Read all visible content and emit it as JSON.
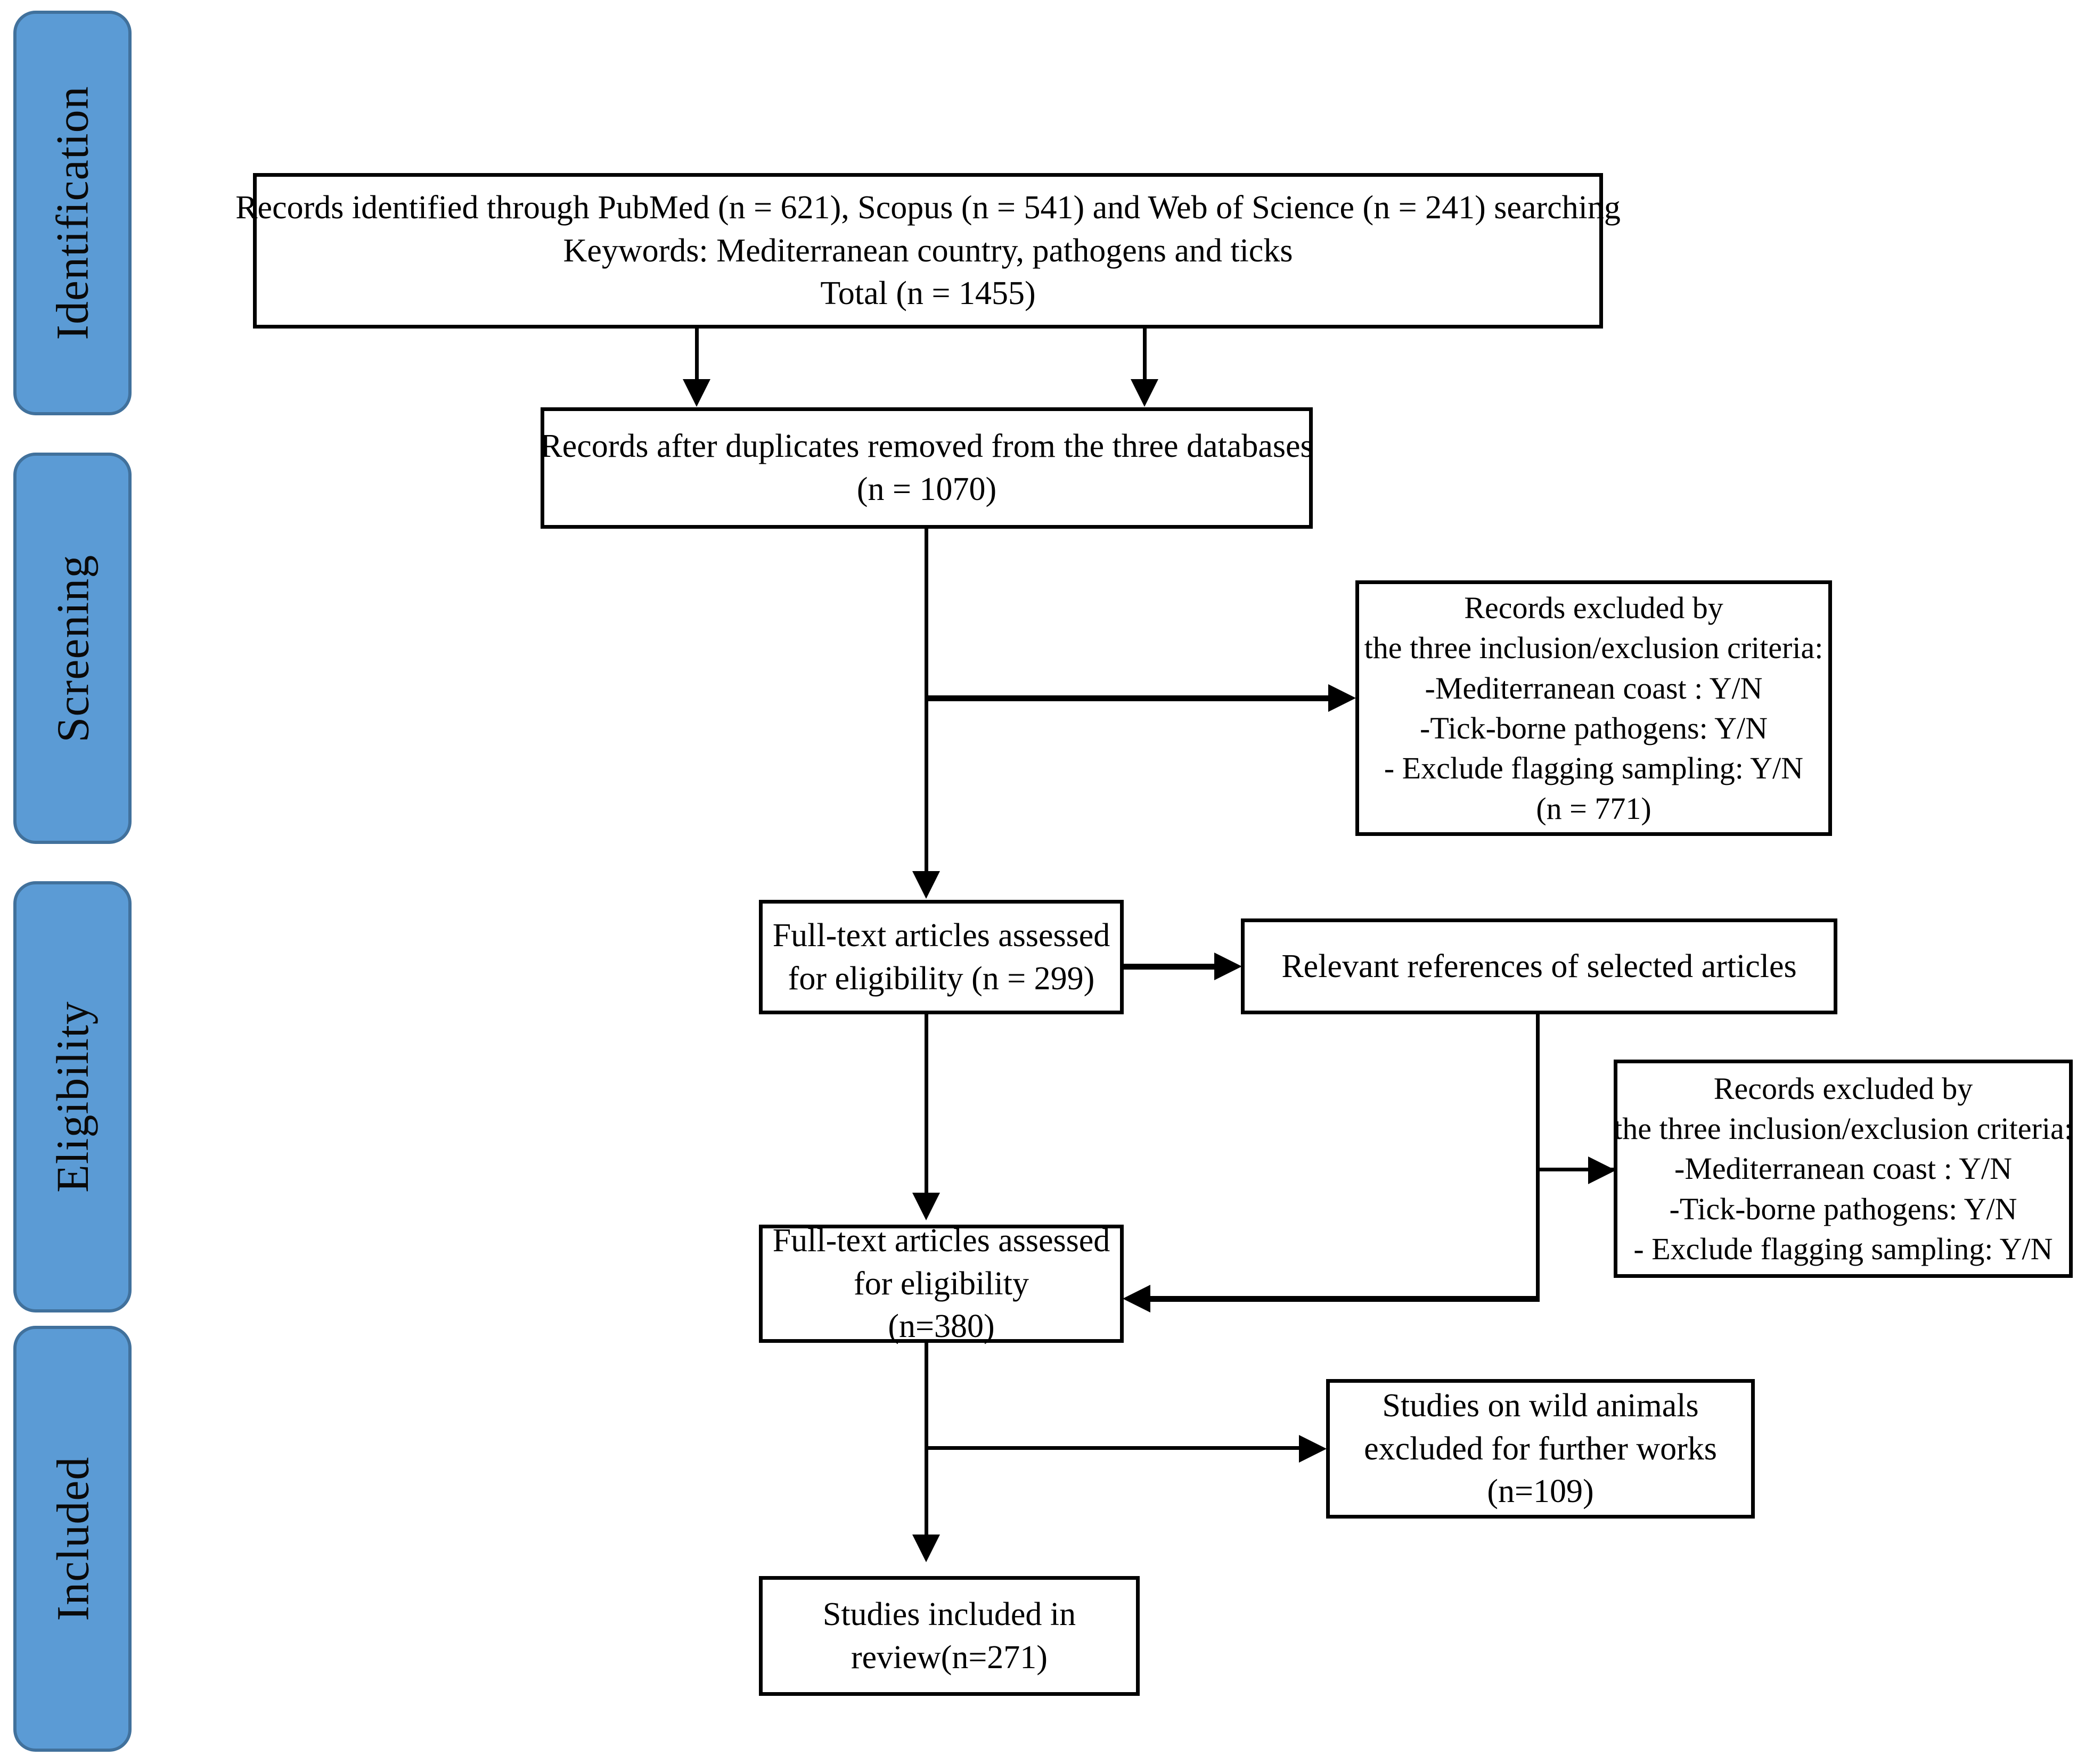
{
  "diagram": {
    "type": "prisma-flow-diagram",
    "accent_color": "#5B9BD5",
    "accent_border_color": "#41719C",
    "box_border_color": "#000000",
    "background_color": "#FFFFFF"
  },
  "stages": [
    {
      "label": "Identification"
    },
    {
      "label": "Screening"
    },
    {
      "label": "Eligibility"
    },
    {
      "label": "Included"
    }
  ],
  "boxes": {
    "identified": {
      "lines": [
        "Records identified through PubMed (n = 621), Scopus (n = 541) and Web of Science (n = 241) searching",
        "Keywords: Mediterranean country, pathogens and ticks",
        "Total (n = 1455)"
      ]
    },
    "deduplicated": {
      "lines": [
        "Records after duplicates removed from the three databases",
        "(n = 1070)"
      ]
    },
    "excluded_screening": {
      "lines": [
        "Records excluded by",
        "the three inclusion/exclusion criteria:",
        "-Mediterranean coast : Y/N",
        "-Tick-borne pathogens: Y/N",
        "- Exclude flagging sampling: Y/N",
        "(n = 771)"
      ]
    },
    "fulltext_299": {
      "lines": [
        "Full-text articles assessed",
        "for eligibility (n = 299)"
      ]
    },
    "relevant_references": {
      "lines": [
        "Relevant references of selected articles"
      ]
    },
    "excluded_eligibility": {
      "lines": [
        "Records excluded by",
        "the three inclusion/exclusion criteria:",
        "-Mediterranean coast : Y/N",
        "-Tick-borne pathogens: Y/N",
        "- Exclude flagging sampling: Y/N"
      ]
    },
    "fulltext_380": {
      "lines": [
        "Full-text articles assessed",
        "for eligibility",
        "(n=380)"
      ]
    },
    "wild_animals_excluded": {
      "lines": [
        "Studies on wild animals",
        "excluded for further works",
        "(n=109)"
      ]
    },
    "included_review": {
      "lines": [
        "Studies included in",
        "review(n=271)"
      ]
    }
  },
  "counts": {
    "pubmed": 621,
    "scopus": 541,
    "web_of_science": 241,
    "total_identified": 1455,
    "after_duplicates": 1070,
    "excluded_screening": 771,
    "fulltext_first": 299,
    "fulltext_second": 380,
    "wild_animals_excluded": 109,
    "included_in_review": 271
  }
}
